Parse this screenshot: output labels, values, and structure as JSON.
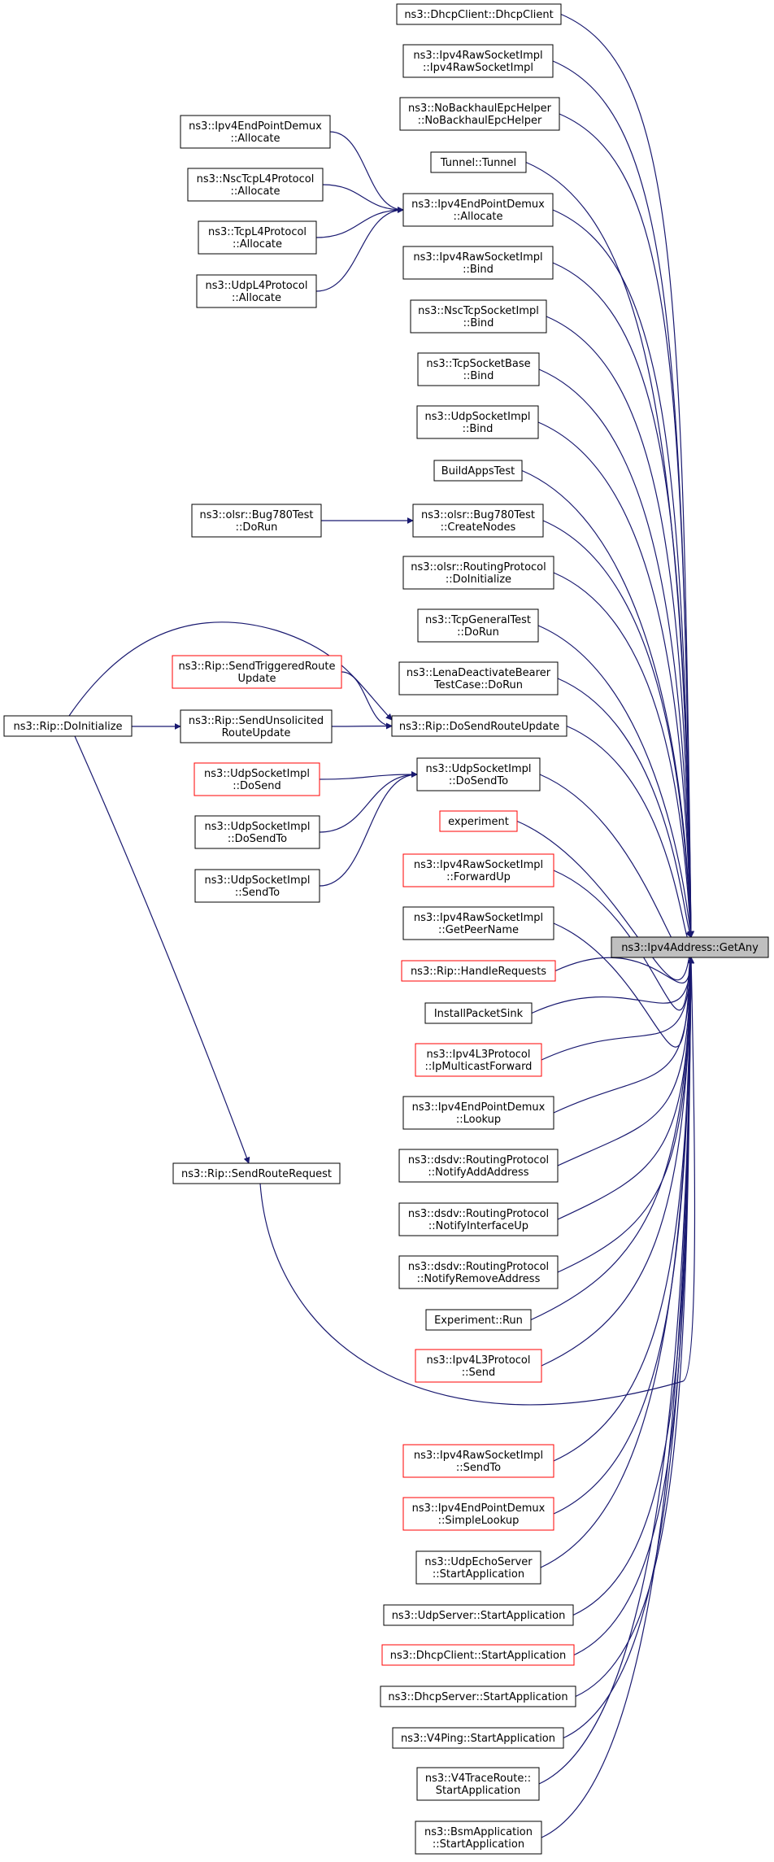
{
  "graph": {
    "nodes": [
      {
        "id": "getany",
        "lines": [
          "ns3::Ipv4Address::GetAny"
        ],
        "style": "focus"
      },
      {
        "id": "dhcpclient_ctor",
        "lines": [
          "ns3::DhcpClient::DhcpClient"
        ],
        "style": "normal"
      },
      {
        "id": "ipv4rawsock_ctor",
        "lines": [
          "ns3::Ipv4RawSocketImpl",
          "::Ipv4RawSocketImpl"
        ],
        "style": "normal"
      },
      {
        "id": "nobackhaul",
        "lines": [
          "ns3::NoBackhaulEpcHelper",
          "::NoBackhaulEpcHelper"
        ],
        "style": "normal"
      },
      {
        "id": "tunnel",
        "lines": [
          "Tunnel::Tunnel"
        ],
        "style": "normal"
      },
      {
        "id": "ep_demux_alloc_l",
        "lines": [
          "ns3::Ipv4EndPointDemux",
          "::Allocate"
        ],
        "style": "normal"
      },
      {
        "id": "nsctcp_alloc",
        "lines": [
          "ns3::NscTcpL4Protocol",
          "::Allocate"
        ],
        "style": "normal"
      },
      {
        "id": "tcpl4_alloc",
        "lines": [
          "ns3::TcpL4Protocol",
          "::Allocate"
        ],
        "style": "normal"
      },
      {
        "id": "udpl4_alloc",
        "lines": [
          "ns3::UdpL4Protocol",
          "::Allocate"
        ],
        "style": "normal"
      },
      {
        "id": "ep_demux_alloc",
        "lines": [
          "ns3::Ipv4EndPointDemux",
          "::Allocate"
        ],
        "style": "normal"
      },
      {
        "id": "rawsock_bind",
        "lines": [
          "ns3::Ipv4RawSocketImpl",
          "::Bind"
        ],
        "style": "normal"
      },
      {
        "id": "nsctcpsock_bind",
        "lines": [
          "ns3::NscTcpSocketImpl",
          "::Bind"
        ],
        "style": "normal"
      },
      {
        "id": "tcpsockbase_bind",
        "lines": [
          "ns3::TcpSocketBase",
          "::Bind"
        ],
        "style": "normal"
      },
      {
        "id": "udpsock_bind",
        "lines": [
          "ns3::UdpSocketImpl",
          "::Bind"
        ],
        "style": "normal"
      },
      {
        "id": "buildapps",
        "lines": [
          "BuildAppsTest"
        ],
        "style": "normal"
      },
      {
        "id": "bug780_dorun",
        "lines": [
          "ns3::olsr::Bug780Test",
          "::DoRun"
        ],
        "style": "normal"
      },
      {
        "id": "bug780_create",
        "lines": [
          "ns3::olsr::Bug780Test",
          "::CreateNodes"
        ],
        "style": "normal"
      },
      {
        "id": "olsr_doinit",
        "lines": [
          "ns3::olsr::RoutingProtocol",
          "::DoInitialize"
        ],
        "style": "normal"
      },
      {
        "id": "tcpgeneral",
        "lines": [
          "ns3::TcpGeneralTest",
          "::DoRun"
        ],
        "style": "normal"
      },
      {
        "id": "lenadeact",
        "lines": [
          "ns3::LenaDeactivateBearer",
          "TestCase::DoRun"
        ],
        "style": "normal"
      },
      {
        "id": "rip_sendtriggered",
        "lines": [
          "ns3::Rip::SendTriggeredRoute",
          "Update"
        ],
        "style": "red"
      },
      {
        "id": "rip_doinit",
        "lines": [
          "ns3::Rip::DoInitialize"
        ],
        "style": "normal"
      },
      {
        "id": "rip_sendunsol",
        "lines": [
          "ns3::Rip::SendUnsolicited",
          "RouteUpdate"
        ],
        "style": "normal"
      },
      {
        "id": "rip_dosendroute",
        "lines": [
          "ns3::Rip::DoSendRouteUpdate"
        ],
        "style": "normal"
      },
      {
        "id": "udpsock_dosend",
        "lines": [
          "ns3::UdpSocketImpl",
          "::DoSend"
        ],
        "style": "red"
      },
      {
        "id": "udpsock_dosendto2",
        "lines": [
          "ns3::UdpSocketImpl",
          "::DoSendTo"
        ],
        "style": "normal"
      },
      {
        "id": "udpsock_sendto",
        "lines": [
          "ns3::UdpSocketImpl",
          "::SendTo"
        ],
        "style": "normal"
      },
      {
        "id": "udpsock_dosendto",
        "lines": [
          "ns3::UdpSocketImpl",
          "::DoSendTo"
        ],
        "style": "normal"
      },
      {
        "id": "experiment",
        "lines": [
          "experiment"
        ],
        "style": "red"
      },
      {
        "id": "rawsock_fwdup",
        "lines": [
          "ns3::Ipv4RawSocketImpl",
          "::ForwardUp"
        ],
        "style": "red"
      },
      {
        "id": "rawsock_getpeer",
        "lines": [
          "ns3::Ipv4RawSocketImpl",
          "::GetPeerName"
        ],
        "style": "normal"
      },
      {
        "id": "rip_handlereq",
        "lines": [
          "ns3::Rip::HandleRequests"
        ],
        "style": "red"
      },
      {
        "id": "installsink",
        "lines": [
          "InstallPacketSink"
        ],
        "style": "normal"
      },
      {
        "id": "ipv4l3_ipmcast",
        "lines": [
          "ns3::Ipv4L3Protocol",
          "::IpMulticastForward"
        ],
        "style": "red"
      },
      {
        "id": "ep_demux_lookup",
        "lines": [
          "ns3::Ipv4EndPointDemux",
          "::Lookup"
        ],
        "style": "normal"
      },
      {
        "id": "dsdv_addaddr",
        "lines": [
          "ns3::dsdv::RoutingProtocol",
          "::NotifyAddAddress"
        ],
        "style": "normal"
      },
      {
        "id": "dsdv_ifup",
        "lines": [
          "ns3::dsdv::RoutingProtocol",
          "::NotifyInterfaceUp"
        ],
        "style": "normal"
      },
      {
        "id": "dsdv_rmaddr",
        "lines": [
          "ns3::dsdv::RoutingProtocol",
          "::NotifyRemoveAddress"
        ],
        "style": "normal"
      },
      {
        "id": "rip_sendroutereq",
        "lines": [
          "ns3::Rip::SendRouteRequest"
        ],
        "style": "normal"
      },
      {
        "id": "experiment_run",
        "lines": [
          "Experiment::Run"
        ],
        "style": "normal"
      },
      {
        "id": "ipv4l3_send",
        "lines": [
          "ns3::Ipv4L3Protocol",
          "::Send"
        ],
        "style": "red"
      },
      {
        "id": "rawsock_sendto",
        "lines": [
          "ns3::Ipv4RawSocketImpl",
          "::SendTo"
        ],
        "style": "red"
      },
      {
        "id": "ep_demux_simple",
        "lines": [
          "ns3::Ipv4EndPointDemux",
          "::SimpleLookup"
        ],
        "style": "red"
      },
      {
        "id": "udpecho_start",
        "lines": [
          "ns3::UdpEchoServer",
          "::StartApplication"
        ],
        "style": "normal"
      },
      {
        "id": "udpserver_start",
        "lines": [
          "ns3::UdpServer::StartApplication"
        ],
        "style": "normal"
      },
      {
        "id": "dhcpclient_start",
        "lines": [
          "ns3::DhcpClient::StartApplication"
        ],
        "style": "red"
      },
      {
        "id": "dhcpserver_start",
        "lines": [
          "ns3::DhcpServer::StartApplication"
        ],
        "style": "normal"
      },
      {
        "id": "v4ping_start",
        "lines": [
          "ns3::V4Ping::StartApplication"
        ],
        "style": "normal"
      },
      {
        "id": "v4trace_start",
        "lines": [
          "ns3::V4TraceRoute::",
          "StartApplication"
        ],
        "style": "normal"
      },
      {
        "id": "bsm_start",
        "lines": [
          "ns3::BsmApplication",
          "::StartApplication"
        ],
        "style": "normal"
      }
    ],
    "colors": {
      "edge": "#191970",
      "node_border": "#000000",
      "red_border": "#ff0000",
      "focus_fill": "#bfbfbf",
      "text": "#000000"
    }
  }
}
